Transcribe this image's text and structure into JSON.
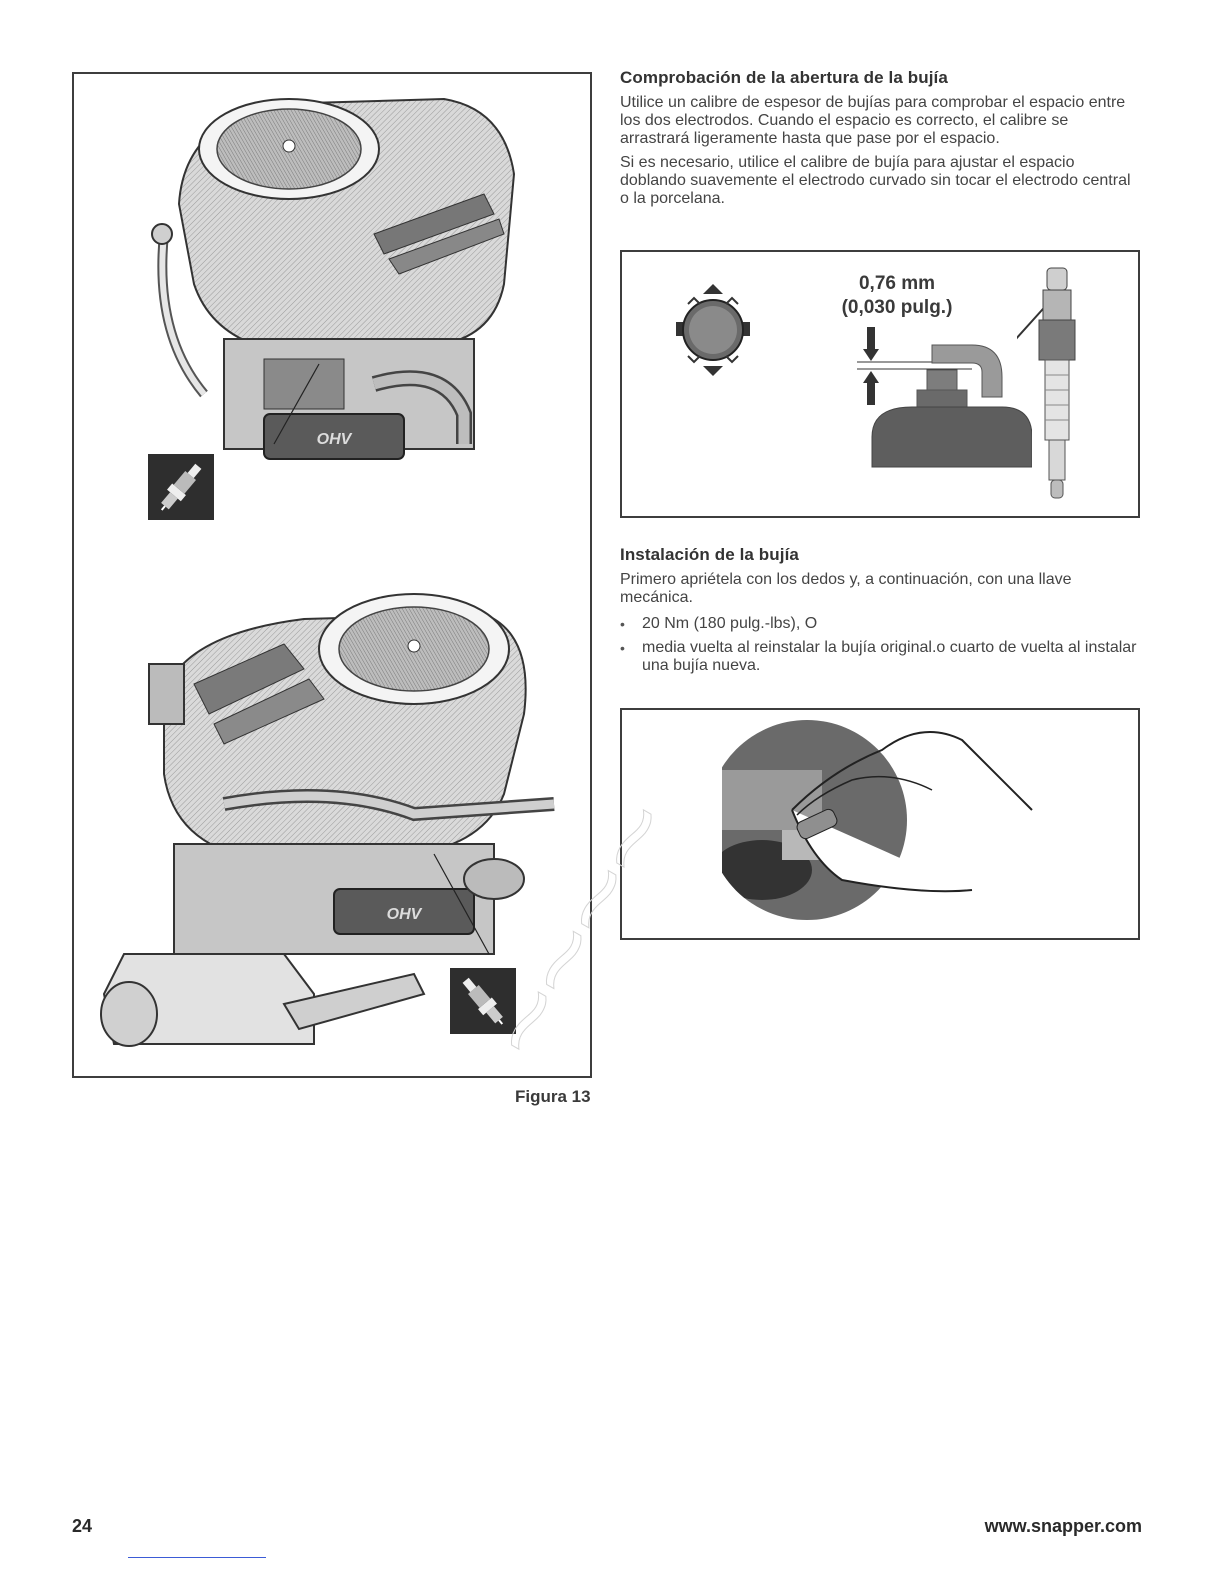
{
  "figure": {
    "caption": "Figura 13"
  },
  "gap_section": {
    "heading": "Comprobación de la abertura de la bujía",
    "paragraphs": [
      "Utilice un calibre de espesor de bujías para comprobar el espacio entre los dos electrodos. Cuando el espacio es correcto, el calibre se arrastrará ligeramente hasta que pase por el espacio.",
      "Si es necesario, utilice el calibre de bujía para ajustar el espacio doblando suavemente el electrodo curvado sin tocar el electrodo central o la porcelana."
    ],
    "gap_mm": "0,76 mm",
    "gap_in": "(0,030 pulg.)"
  },
  "install_section": {
    "heading": "Instalación de la bujía",
    "paragraph": "Primero apriételа con los dedos y, a continuación, con una llave mecánica.",
    "bullets": [
      "20 Nm (180 pulg.-lbs), O",
      "media vuelta al reinstalar la bujía original.o cuarto de vuelta al instalar una bujía nueva."
    ]
  },
  "footer": {
    "page_number": "24",
    "website": "www.snapper.com"
  },
  "icons": {
    "spark_plug": "spark-plug-icon",
    "gap_gauge": "gap-gauge-icon"
  }
}
